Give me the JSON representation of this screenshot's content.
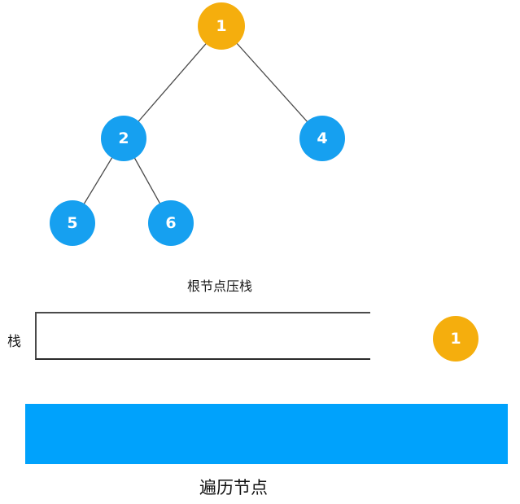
{
  "diagram": {
    "type": "binary-tree-traversal-step",
    "colors": {
      "root_node": "#F5AE0D",
      "child_node": "#16A0F0",
      "traversal_bar": "#00A2FC",
      "edge": "#4a4a4a",
      "text": "#1a1a1a"
    },
    "tree": {
      "nodes": [
        {
          "label": "1",
          "role": "root",
          "color": "orange"
        },
        {
          "label": "2",
          "role": "child",
          "color": "blue"
        },
        {
          "label": "4",
          "role": "child",
          "color": "blue"
        },
        {
          "label": "5",
          "role": "child",
          "color": "blue"
        },
        {
          "label": "6",
          "role": "child",
          "color": "blue"
        }
      ],
      "edges": [
        {
          "from": "1",
          "to": "2"
        },
        {
          "from": "1",
          "to": "4"
        },
        {
          "from": "2",
          "to": "5"
        },
        {
          "from": "2",
          "to": "6"
        }
      ]
    },
    "stack": {
      "caption": "根节点压栈",
      "label": "栈",
      "contents": [],
      "pending_item": "1"
    },
    "traversal": {
      "caption": "遍历节点",
      "visited": []
    }
  }
}
